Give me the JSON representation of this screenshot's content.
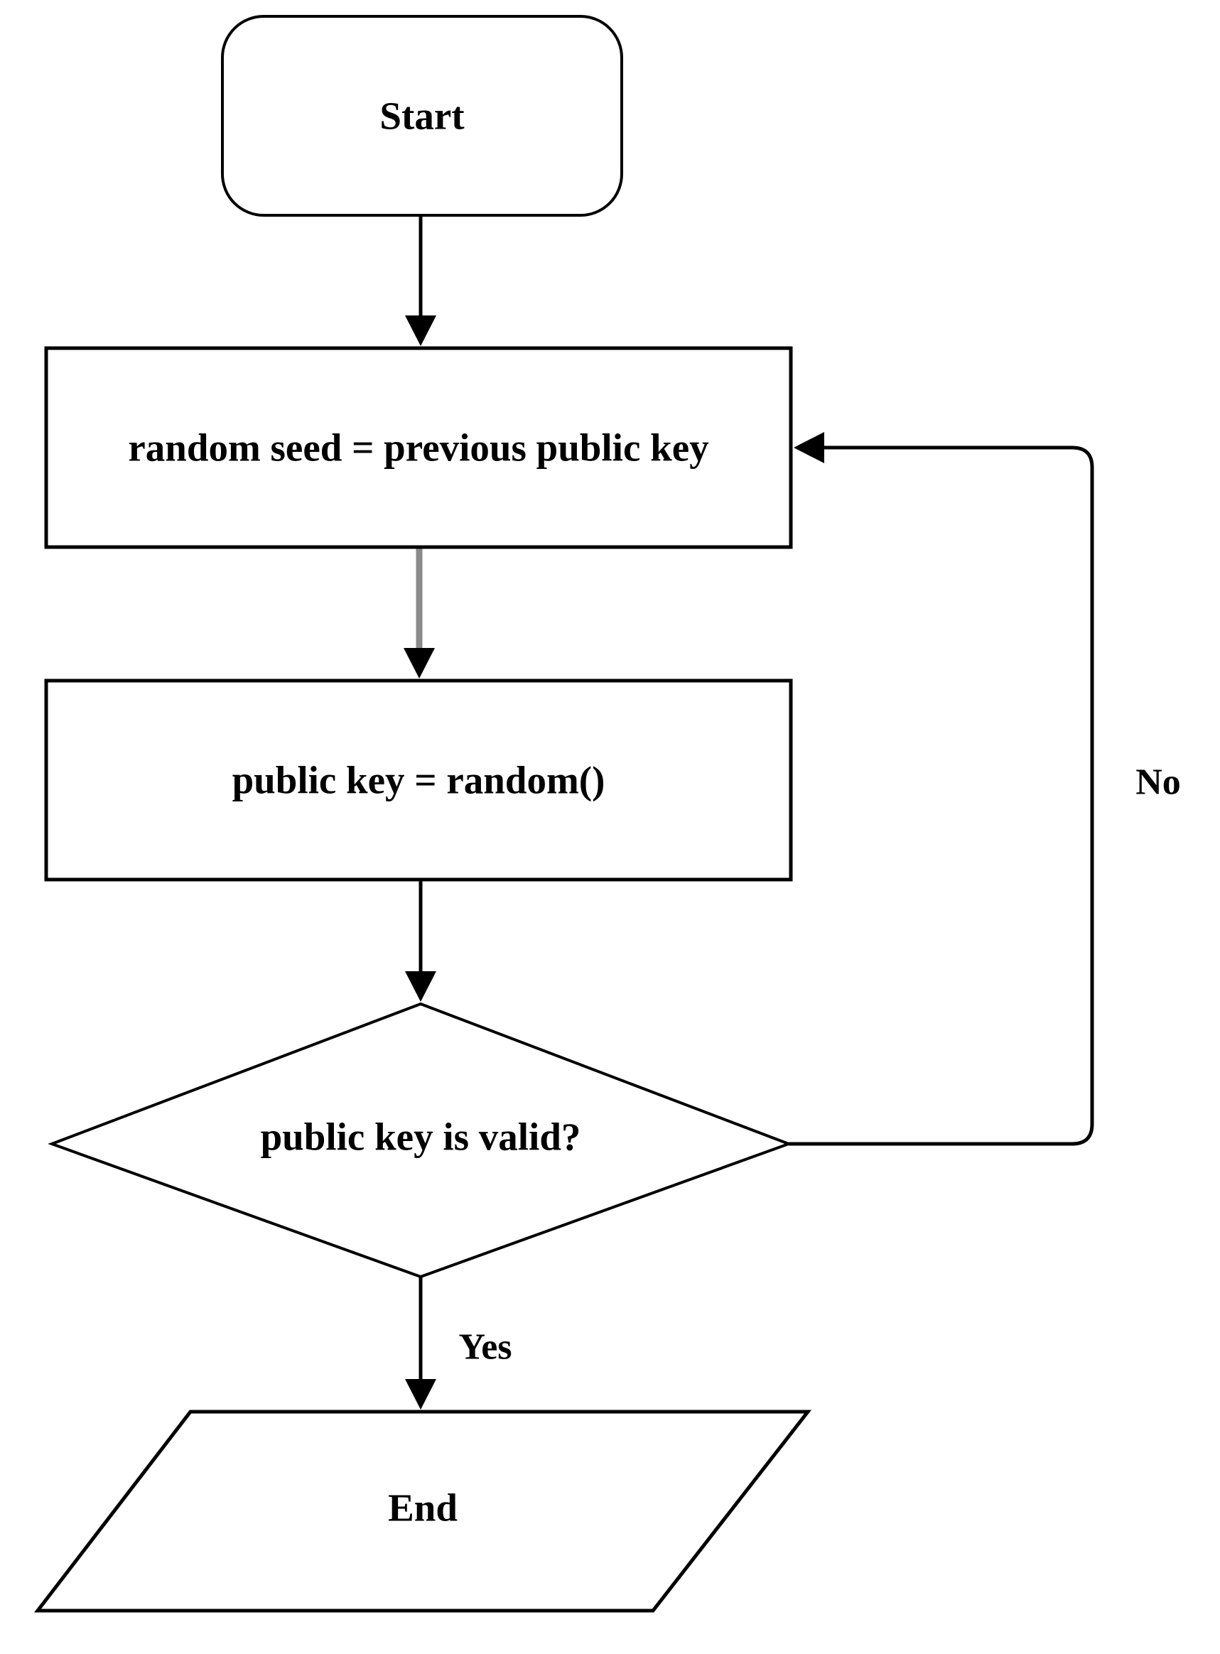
{
  "diagram": {
    "title": "public key generation flowchart",
    "background_color": "#ffffff",
    "line_color": "#000000",
    "gray_connector_color": "#8a8a8a",
    "nodes": [
      {
        "id": "start",
        "type": "terminator",
        "label": "Start"
      },
      {
        "id": "random-seed",
        "type": "process",
        "label": "random seed = previous public key"
      },
      {
        "id": "public-key",
        "type": "process",
        "label": "public key = random()"
      },
      {
        "id": "valid-check",
        "type": "decision",
        "label": "public key is valid?"
      },
      {
        "id": "end",
        "type": "input-output",
        "label": "End"
      }
    ],
    "edges": [
      {
        "from": "start",
        "to": "random-seed",
        "label": ""
      },
      {
        "from": "random-seed",
        "to": "public-key",
        "label": "",
        "color": "gray"
      },
      {
        "from": "public-key",
        "to": "valid-check",
        "label": ""
      },
      {
        "from": "valid-check",
        "to": "end",
        "label": "Yes"
      },
      {
        "from": "valid-check",
        "to": "random-seed",
        "label": "No"
      }
    ]
  }
}
